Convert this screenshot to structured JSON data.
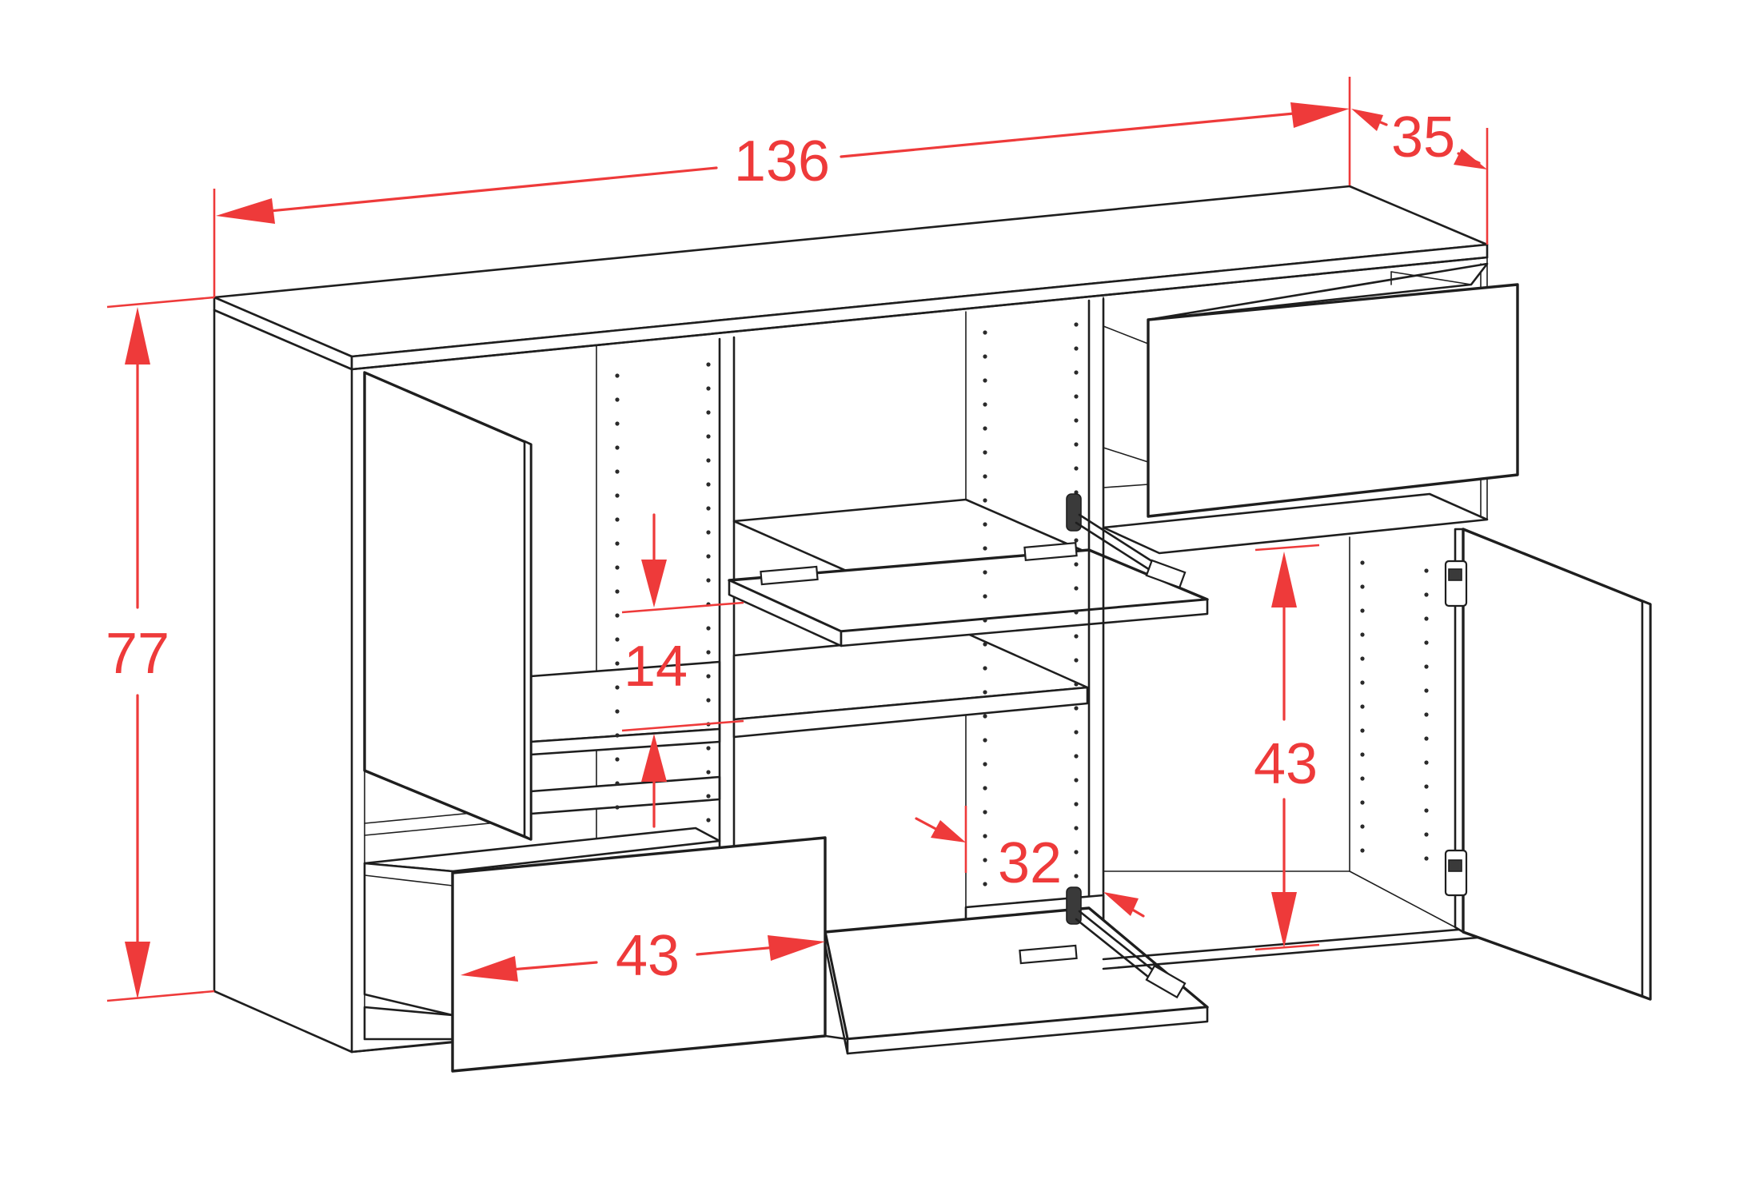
{
  "diagram": {
    "subject": "sideboard",
    "line_color": "#1e1e1e",
    "dimension_color": "#ee3a3a",
    "dimensions": {
      "width": "136",
      "depth": "35",
      "height": "77",
      "compartment_gap": "14",
      "drawer_width": "43",
      "flap_opening": "32",
      "door_compartment_height": "43"
    }
  }
}
